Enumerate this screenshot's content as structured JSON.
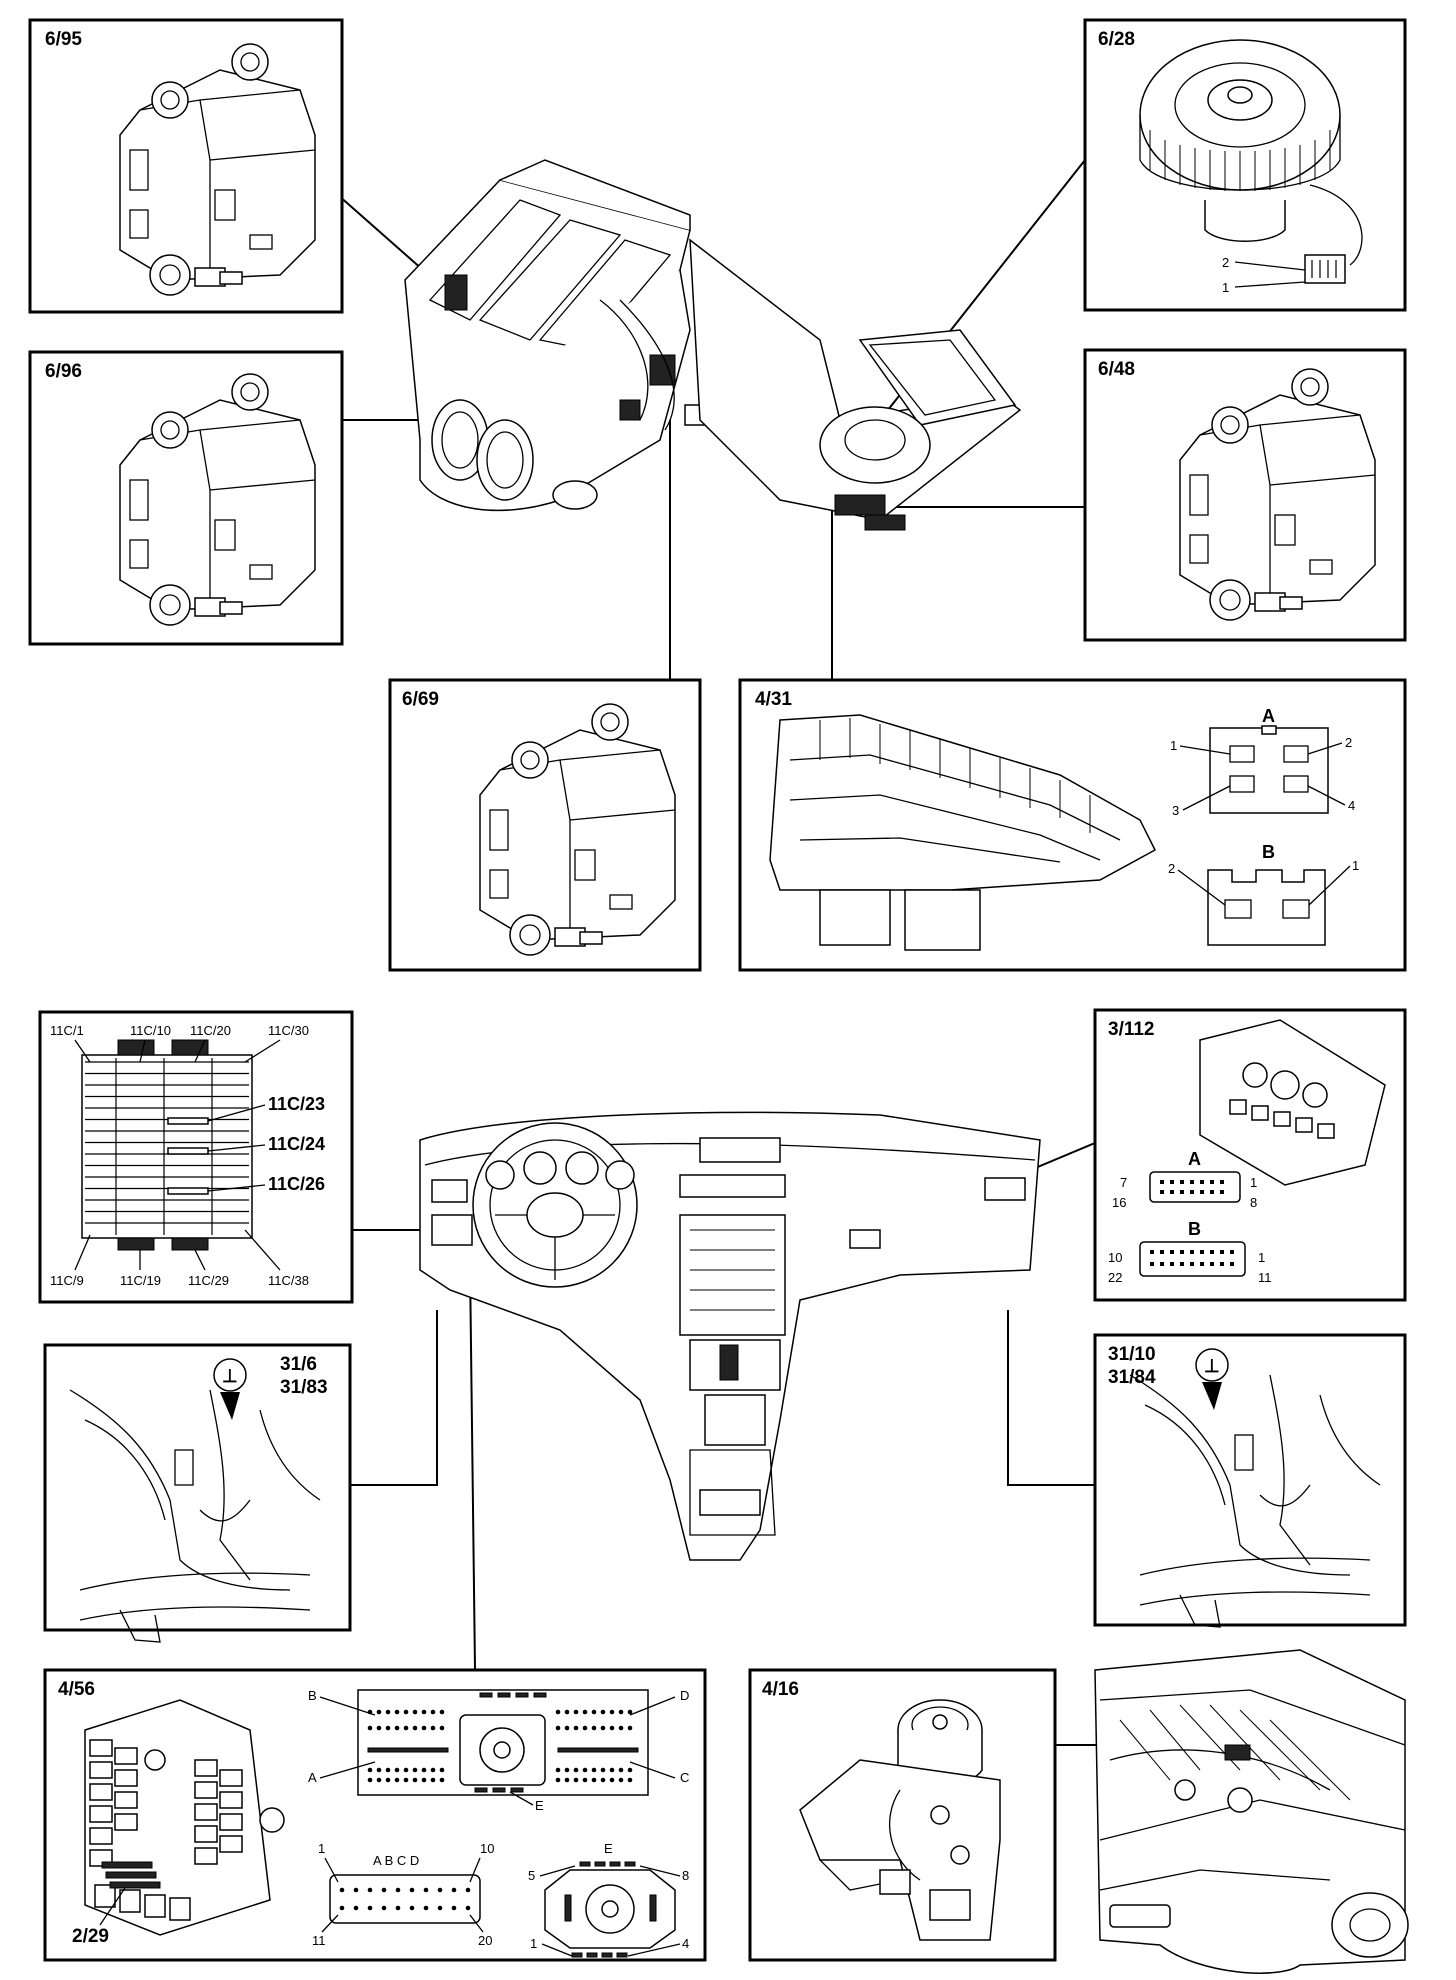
{
  "components": {
    "c6_95": "6/95",
    "c6_28": "6/28",
    "c6_96": "6/96",
    "c6_48": "6/48",
    "c6_69": "6/69",
    "c4_31": "4/31",
    "c3_112": "3/112",
    "c31_6": "31/6",
    "c31_83": "31/83",
    "c31_10": "31/10",
    "c31_84": "31/84",
    "c4_56": "4/56",
    "c2_29": "2/29",
    "c4_16": "4/16"
  },
  "blower_pins": {
    "p2": "2",
    "p1": "1"
  },
  "c4_31_connectors": {
    "a": {
      "name": "A",
      "p1": "1",
      "p2": "2",
      "p3": "3",
      "p4": "4"
    },
    "b": {
      "name": "B",
      "p2": "2",
      "p1": "1"
    }
  },
  "fuse_block": {
    "c1": "11C/1",
    "c10": "11C/10",
    "c20": "11C/20",
    "c30": "11C/30",
    "c23": "11C/23",
    "c24": "11C/24",
    "c26": "11C/26",
    "c9": "11C/9",
    "c19": "11C/19",
    "c29": "11C/29",
    "c38": "11C/38"
  },
  "c3_112_connectors": {
    "a": {
      "name": "A",
      "p7": "7",
      "p16": "16",
      "p1": "1",
      "p8": "8"
    },
    "b": {
      "name": "B",
      "p10": "10",
      "p22": "22",
      "p1": "1",
      "p11": "11"
    }
  },
  "c4_56_connectors": {
    "b": "B",
    "d": "D",
    "a": "A",
    "c": "C",
    "e": "E",
    "strip": {
      "p1": "1",
      "p10": "10",
      "p11": "11",
      "p20": "20",
      "letters": "A B C D"
    },
    "e_conn": {
      "name": "E",
      "p5": "5",
      "p8": "8",
      "p1": "1",
      "p4": "4"
    }
  },
  "ground_symbol": "⊥"
}
